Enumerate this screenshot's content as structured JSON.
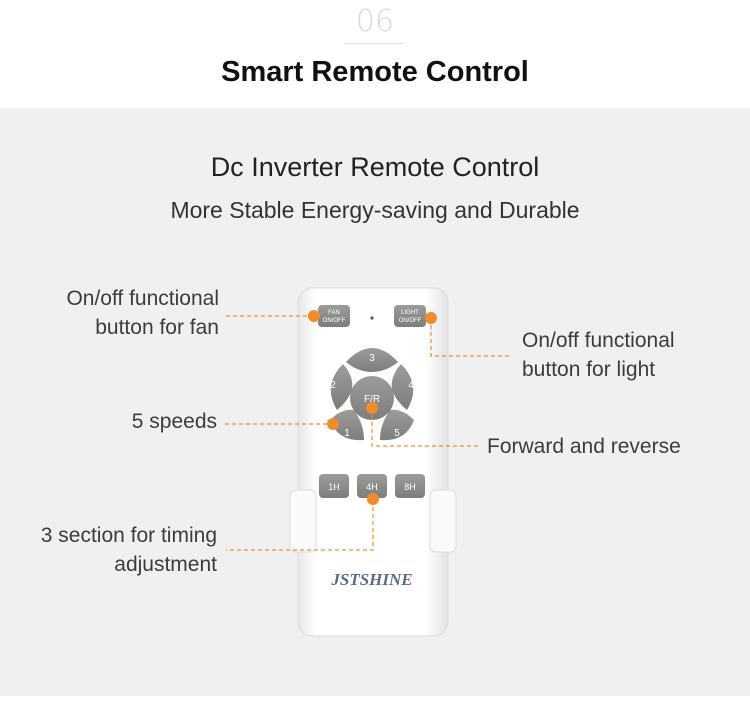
{
  "header": {
    "section_number": "06",
    "title": "Smart Remote Control"
  },
  "intro": {
    "title": "Dc Inverter Remote Control",
    "subtitle": "More Stable Energy-saving and Durable"
  },
  "callouts": {
    "fan": {
      "line1": "On/off functional",
      "line2": "button for fan"
    },
    "light": {
      "line1": "On/off functional",
      "line2": "button for light"
    },
    "speeds": "5 speeds",
    "forward_reverse": "Forward and reverse",
    "timing": {
      "line1": "3 section for timing",
      "line2": "adjustment"
    }
  },
  "remote": {
    "fan_button": {
      "line1": "FAN",
      "line2": "ON/OFF"
    },
    "light_button": {
      "line1": "LIGHT",
      "line2": "ON/OFF"
    },
    "speed_buttons": [
      "1",
      "2",
      "3",
      "4",
      "5"
    ],
    "direction_button": "F/R",
    "timer_buttons": [
      "1H",
      "4H",
      "8H"
    ],
    "brand": "JSTSHINE"
  },
  "colors": {
    "accent": "#f28c28",
    "button_gray": "#8a8d8a",
    "panel_bg": "#f0f0f0"
  }
}
